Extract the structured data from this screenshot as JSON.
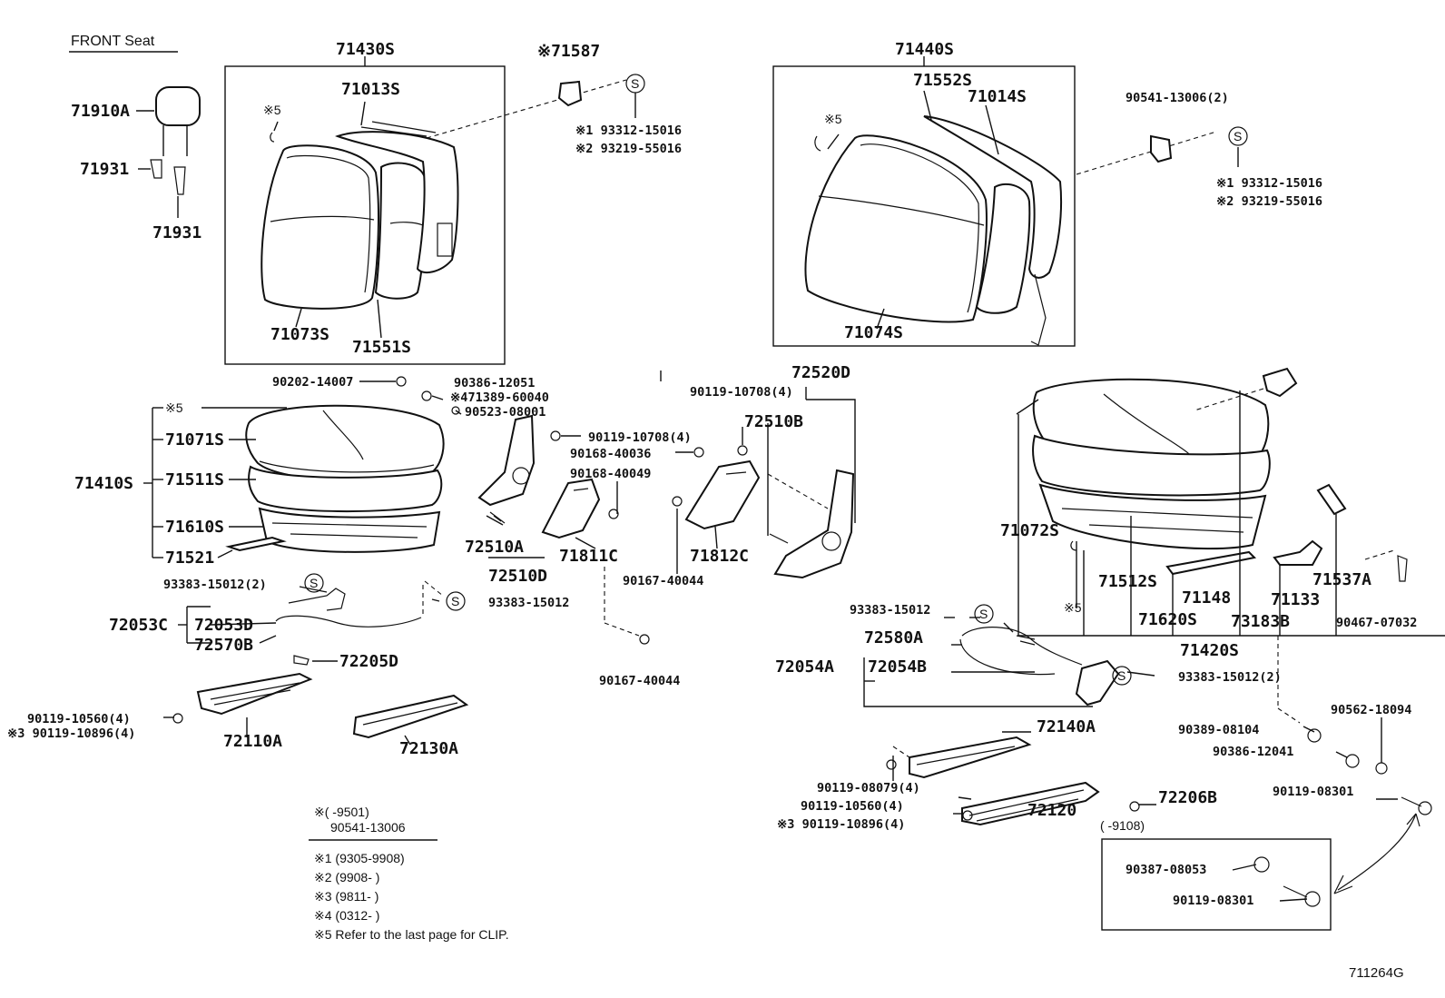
{
  "diagram": {
    "header": "FRONT Seat",
    "code": "711264G",
    "labels": [
      {
        "id": "71430S",
        "text": "71430S"
      },
      {
        "id": "71013S",
        "text": "71013S"
      },
      {
        "id": "n71587",
        "text": "※71587"
      },
      {
        "id": "s1-93312-a",
        "text": "※1 93312-15016"
      },
      {
        "id": "s2-93219-a",
        "text": "※2 93219-55016"
      },
      {
        "id": "71910A",
        "text": "71910A"
      },
      {
        "id": "71931a",
        "text": "71931"
      },
      {
        "id": "71931b",
        "text": "71931"
      },
      {
        "id": "k5a",
        "text": "※5"
      },
      {
        "id": "71073S",
        "text": "71073S"
      },
      {
        "id": "71551S",
        "text": "71551S"
      },
      {
        "id": "71440S",
        "text": "71440S"
      },
      {
        "id": "71552S",
        "text": "71552S"
      },
      {
        "id": "71014S",
        "text": "71014S"
      },
      {
        "id": "90541-2",
        "text": "90541-13006(2)"
      },
      {
        "id": "k5b",
        "text": "※5"
      },
      {
        "id": "s1-93312-b",
        "text": "※1  93312-15016"
      },
      {
        "id": "s2-93219-b",
        "text": "※2  93219-55016"
      },
      {
        "id": "71074S",
        "text": "71074S"
      },
      {
        "id": "90202",
        "text": "90202-14007"
      },
      {
        "id": "90386a",
        "text": "90386-12051"
      },
      {
        "id": "k471389",
        "text": "※471389-60040"
      },
      {
        "id": "90523",
        "text": "90523-08001"
      },
      {
        "id": "k5c",
        "text": "※5"
      },
      {
        "id": "71071S",
        "text": "71071S"
      },
      {
        "id": "71410S",
        "text": "71410S"
      },
      {
        "id": "71511S",
        "text": "71511S"
      },
      {
        "id": "71610S",
        "text": "71610S"
      },
      {
        "id": "71521",
        "text": "71521"
      },
      {
        "id": "90119-10708a",
        "text": "90119-10708(4)"
      },
      {
        "id": "90168-40036",
        "text": "90168-40036"
      },
      {
        "id": "90168-40049",
        "text": "90168-40049"
      },
      {
        "id": "72510A",
        "text": "72510A"
      },
      {
        "id": "71811C",
        "text": "71811C"
      },
      {
        "id": "72510D",
        "text": "72510D"
      },
      {
        "id": "90119-10708b",
        "text": "90119-10708(4)"
      },
      {
        "id": "72520D",
        "text": "72520D"
      },
      {
        "id": "72510B",
        "text": "72510B"
      },
      {
        "id": "71812C",
        "text": "71812C"
      },
      {
        "id": "90167-40044a",
        "text": "90167-40044"
      },
      {
        "id": "90167-40044b",
        "text": "90167-40044"
      },
      {
        "id": "93383-2",
        "text": "93383-15012(2)"
      },
      {
        "id": "93383a",
        "text": "93383-15012"
      },
      {
        "id": "72053C",
        "text": "72053C"
      },
      {
        "id": "72053D",
        "text": "72053D"
      },
      {
        "id": "72570B",
        "text": "72570B"
      },
      {
        "id": "72205D",
        "text": "72205D"
      },
      {
        "id": "90119-10560a",
        "text": "90119-10560(4)"
      },
      {
        "id": "k3-90119a",
        "text": "※3 90119-10896(4)"
      },
      {
        "id": "72110A",
        "text": "72110A"
      },
      {
        "id": "72130A",
        "text": "72130A"
      },
      {
        "id": "71072S",
        "text": "71072S"
      },
      {
        "id": "k5d",
        "text": "※5"
      },
      {
        "id": "71512S",
        "text": "71512S"
      },
      {
        "id": "71148",
        "text": "71148"
      },
      {
        "id": "71133",
        "text": "71133"
      },
      {
        "id": "71537A",
        "text": "71537A"
      },
      {
        "id": "71620S",
        "text": "71620S"
      },
      {
        "id": "73183B",
        "text": "73183B"
      },
      {
        "id": "90467",
        "text": "90467-07032"
      },
      {
        "id": "71420S",
        "text": "71420S"
      },
      {
        "id": "93383b",
        "text": "93383-15012"
      },
      {
        "id": "72580A",
        "text": "72580A"
      },
      {
        "id": "72054A",
        "text": "72054A"
      },
      {
        "id": "72054B",
        "text": "72054B"
      },
      {
        "id": "93383-2b",
        "text": "93383-15012(2)"
      },
      {
        "id": "90562",
        "text": "90562-18094"
      },
      {
        "id": "90389",
        "text": "90389-08104"
      },
      {
        "id": "90386b",
        "text": "90386-12041"
      },
      {
        "id": "72140A",
        "text": "72140A"
      },
      {
        "id": "90119-08079",
        "text": "90119-08079(4)"
      },
      {
        "id": "90119-10560b",
        "text": "90119-10560(4)"
      },
      {
        "id": "k3-90119b",
        "text": "※3 90119-10896(4)"
      },
      {
        "id": "72120",
        "text": "72120"
      },
      {
        "id": "72206B",
        "text": "72206B"
      },
      {
        "id": "90119-08301a",
        "text": "90119-08301"
      },
      {
        "id": "r9108",
        "text": "(     -9108)"
      },
      {
        "id": "90387",
        "text": "90387-08053"
      },
      {
        "id": "90119-08301b",
        "text": "90119-08301"
      }
    ],
    "legend": {
      "head1": "※(        -9501)",
      "head2": "90541-13006",
      "rows": [
        "※1  (9305-9908)",
        "※2  (9908-        )",
        "※3  (9811-        )",
        "※4  (0312-        )",
        "※5  Refer to the last page for CLIP."
      ]
    },
    "s_symbol": "S"
  }
}
